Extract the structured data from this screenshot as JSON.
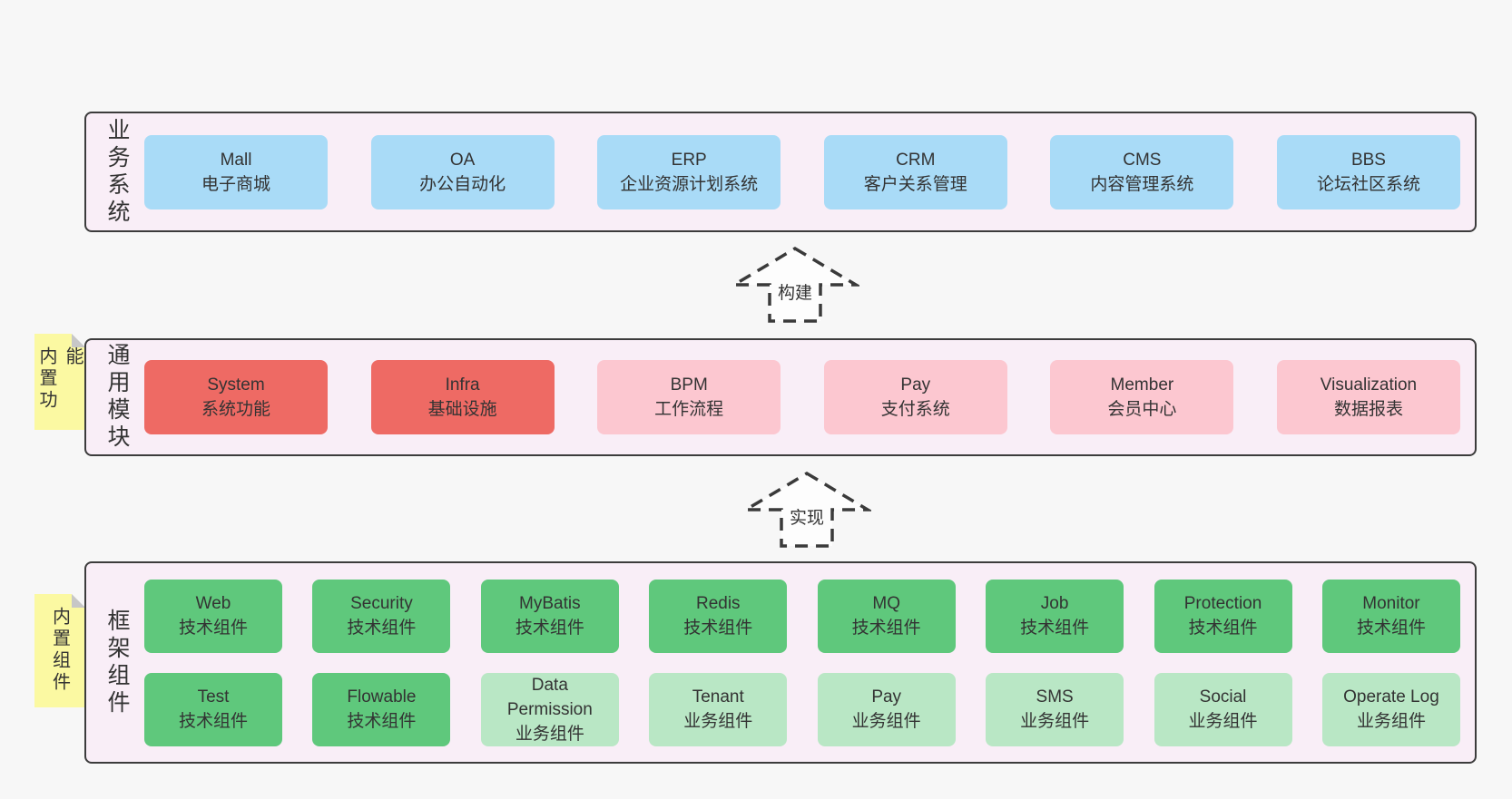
{
  "colors": {
    "page_bg": "#f7f7f7",
    "panel_bg": "#f9eef7",
    "panel_border": "#3c3c3c",
    "system_blue": "#a9dbf7",
    "module_red": "#ee6a64",
    "module_pink": "#fcc7d0",
    "tech_green": "#5fc87c",
    "biz_green_light": "#b9e7c5",
    "sticky_yellow": "#fbf9a2",
    "text": "#333333"
  },
  "layers": {
    "business": {
      "side_label": "业务系统",
      "items": [
        {
          "title": "Mall",
          "subtitle": "电子商城"
        },
        {
          "title": "OA",
          "subtitle": "办公自动化"
        },
        {
          "title": "ERP",
          "subtitle": "企业资源计划系统"
        },
        {
          "title": "CRM",
          "subtitle": "客户关系管理"
        },
        {
          "title": "CMS",
          "subtitle": "内容管理系统"
        },
        {
          "title": "BBS",
          "subtitle": "论坛社区系统"
        }
      ]
    },
    "modules": {
      "side_label": "通用模块",
      "sticky": "内置功能",
      "items": [
        {
          "title": "System",
          "subtitle": "系统功能"
        },
        {
          "title": "Infra",
          "subtitle": "基础设施"
        },
        {
          "title": "BPM",
          "subtitle": "工作流程"
        },
        {
          "title": "Pay",
          "subtitle": "支付系统"
        },
        {
          "title": "Member",
          "subtitle": "会员中心"
        },
        {
          "title": "Visualization",
          "subtitle": "数据报表"
        }
      ]
    },
    "components": {
      "side_label": "框架组件",
      "sticky": "内置组件",
      "rows": [
        [
          {
            "title": "Web",
            "subtitle": "技术组件"
          },
          {
            "title": "Security",
            "subtitle": "技术组件"
          },
          {
            "title": "MyBatis",
            "subtitle": "技术组件"
          },
          {
            "title": "Redis",
            "subtitle": "技术组件"
          },
          {
            "title": "MQ",
            "subtitle": "技术组件"
          },
          {
            "title": "Job",
            "subtitle": "技术组件"
          },
          {
            "title": "Protection",
            "subtitle": "技术组件"
          },
          {
            "title": "Monitor",
            "subtitle": "技术组件"
          }
        ],
        [
          {
            "title": "Test",
            "subtitle": "技术组件"
          },
          {
            "title": "Flowable",
            "subtitle": "技术组件"
          },
          {
            "title": "Data Permission",
            "subtitle": "业务组件"
          },
          {
            "title": "Tenant",
            "subtitle": "业务组件"
          },
          {
            "title": "Pay",
            "subtitle": "业务组件"
          },
          {
            "title": "SMS",
            "subtitle": "业务组件"
          },
          {
            "title": "Social",
            "subtitle": "业务组件"
          },
          {
            "title": "Operate Log",
            "subtitle": "业务组件"
          }
        ]
      ]
    }
  },
  "arrows": [
    {
      "label": "构建"
    },
    {
      "label": "实现"
    }
  ]
}
